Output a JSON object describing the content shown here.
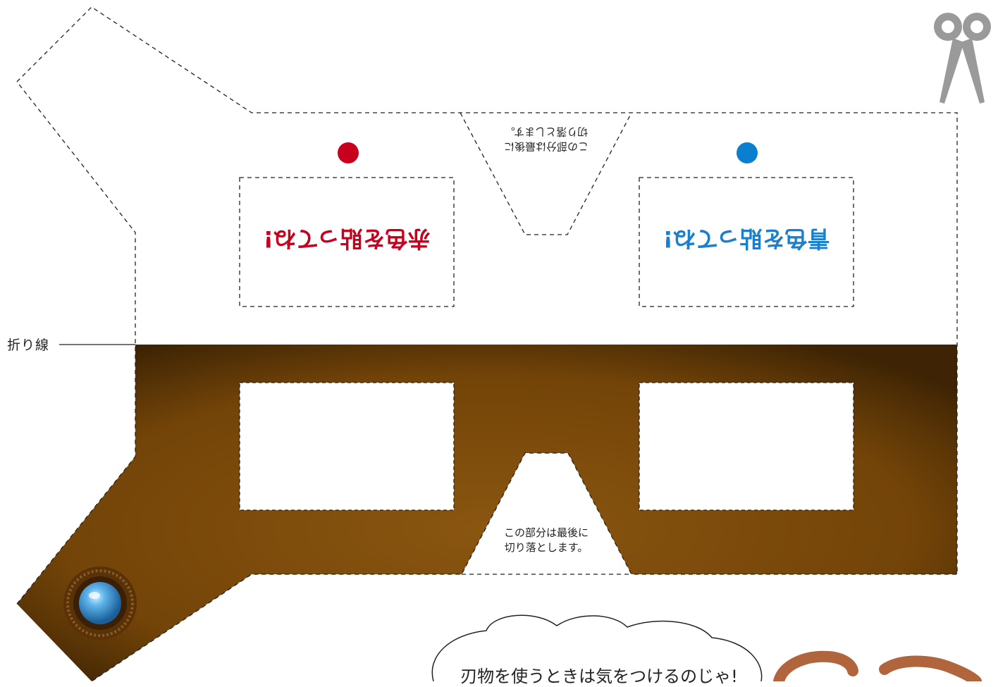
{
  "fold_line_label": "折り線",
  "red_area_label": "赤色を貼ってね!",
  "blue_area_label": "青色を貼ってね!",
  "cut_note_line1": "この部分は最後に",
  "cut_note_line2": "切り落とします。",
  "warning_text": "刃物を使うときは気をつけるのじゃ!",
  "colors": {
    "frame_brown": "#7a4a0c",
    "red_dot": "#c8001e",
    "blue_dot": "#0a7fd0",
    "blue_gem": "#4aa7e6",
    "scissors_gray": "#9a9a9a"
  },
  "icons": [
    "scissors-icon",
    "blue-gem-icon"
  ]
}
